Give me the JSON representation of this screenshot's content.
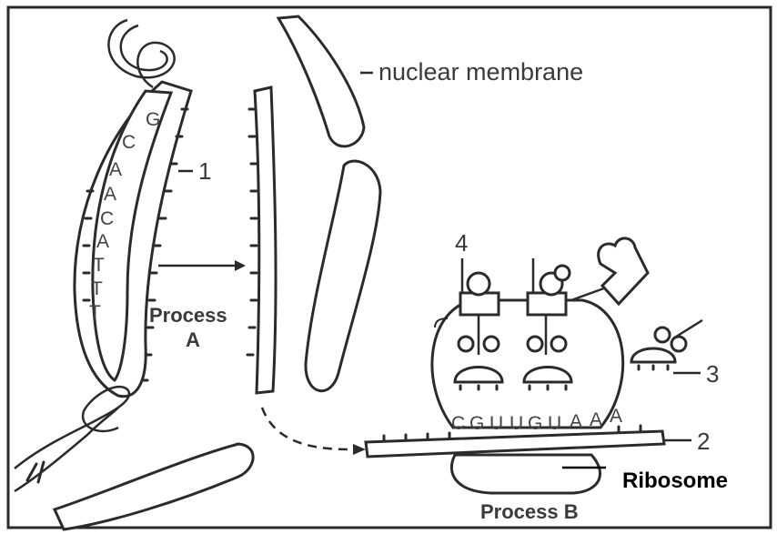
{
  "labels": {
    "nuclear_membrane": "nuclear membrane",
    "process_a_line1": "Process",
    "process_a_line2": "A",
    "process_b": "Process B",
    "ribosome": "Ribosome",
    "num_1": "1",
    "num_2": "2",
    "num_3": "3",
    "num_4": "4"
  },
  "dna_bases": [
    "G",
    "C",
    "A",
    "A",
    "C",
    "A",
    "T",
    "T",
    "T"
  ],
  "mrna_codons": [
    "C",
    "G",
    "U",
    "U",
    "G",
    "U",
    "A",
    "A",
    "A"
  ]
}
